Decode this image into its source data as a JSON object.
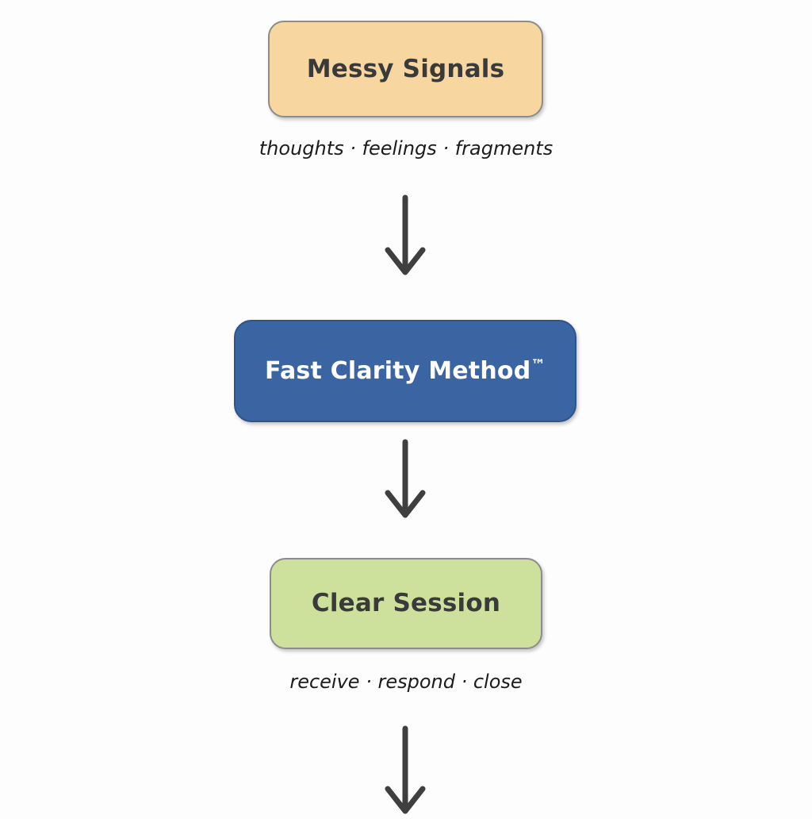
{
  "diagram": {
    "type": "flowchart",
    "orientation": "vertical",
    "background_color": "#fdfdfd",
    "nodes": [
      {
        "id": "messy-signals",
        "label": "Messy Signals",
        "fill_color": "#f7d6a0",
        "border_color": "#8c8c8c",
        "text_color": "#3a3a3a",
        "shape": "rounded-rectangle"
      },
      {
        "id": "fast-clarity-method",
        "label": "Fast Clarity Method",
        "trademark": "™",
        "fill_color": "#3b64a2",
        "border_color": "#2f5488",
        "text_color": "#ffffff",
        "shape": "rounded-rectangle"
      },
      {
        "id": "clear-session",
        "label": "Clear Session",
        "fill_color": "#cee19c",
        "border_color": "#8c8c8c",
        "text_color": "#3a3a3a",
        "shape": "rounded-rectangle"
      }
    ],
    "captions": {
      "inputs": "thoughts · feelings · fragments",
      "outputs": "receive · respond · close"
    },
    "arrows": [
      {
        "id": "signals-to-method",
        "from": "messy-signals",
        "to": "fast-clarity-method",
        "direction": "down",
        "color": "#3f3f3f"
      },
      {
        "id": "method-to-session",
        "from": "fast-clarity-method",
        "to": "clear-session",
        "direction": "down",
        "color": "#3f3f3f"
      },
      {
        "id": "session-out",
        "from": "clear-session",
        "to": "",
        "direction": "down",
        "color": "#3f3f3f"
      }
    ]
  }
}
